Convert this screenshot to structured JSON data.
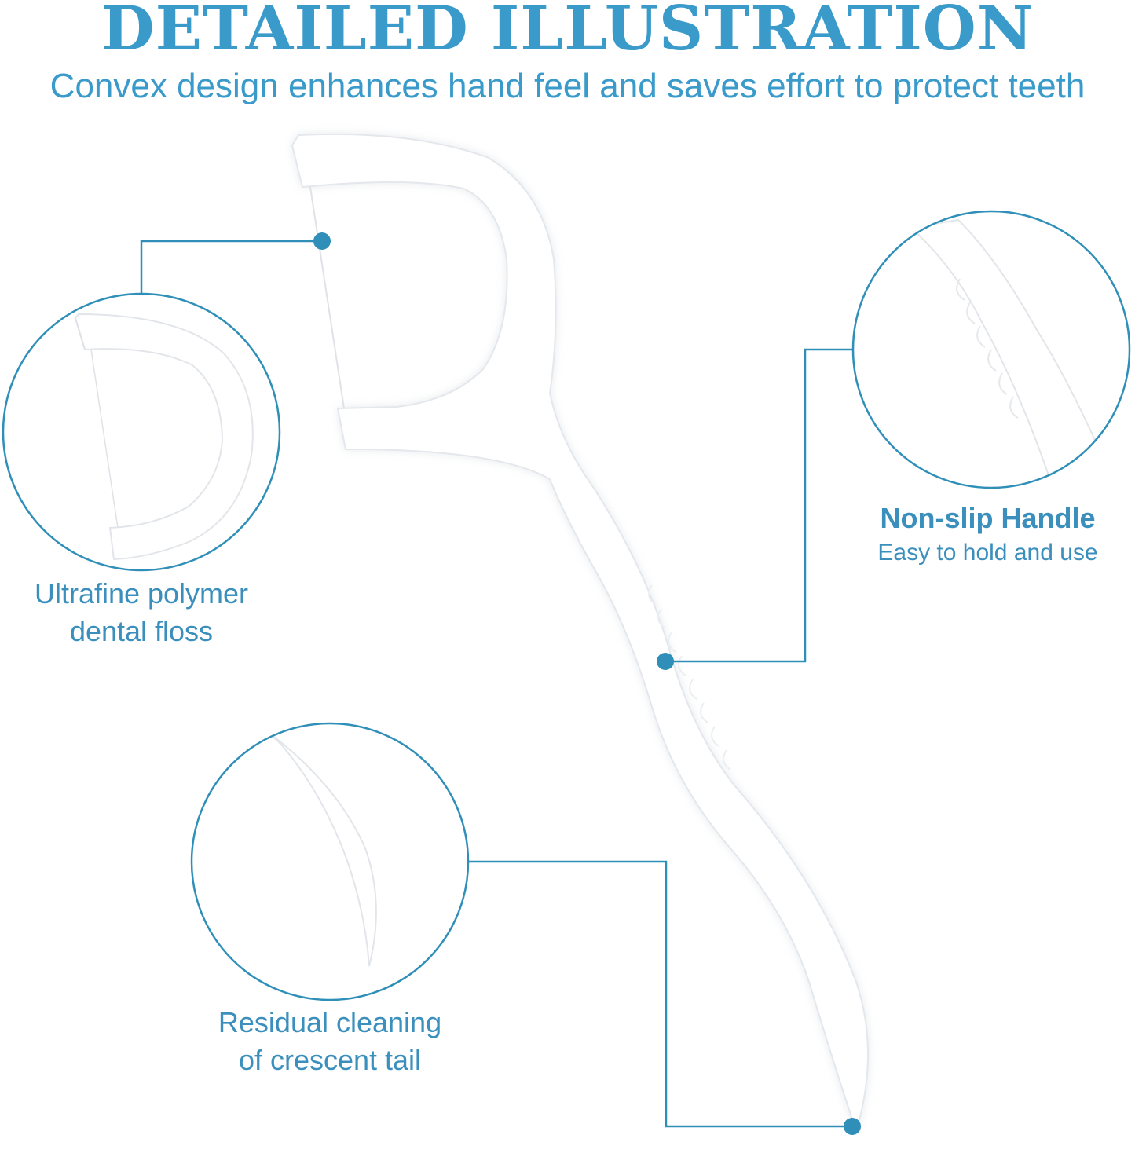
{
  "header": {
    "title": "DETAILED ILLUSTRATION",
    "subtitle": "Convex design enhances hand feel and saves effort to protect teeth"
  },
  "callouts": {
    "floss": {
      "line1": "Ultrafine polymer",
      "line2": "dental floss"
    },
    "handle": {
      "title": "Non-slip Handle",
      "desc": "Easy to hold and use"
    },
    "tail": {
      "line1": "Residual cleaning",
      "line2": "of crescent tail"
    }
  },
  "colors": {
    "accent": "#3a9bcb",
    "line": "#2f8fb8",
    "product": "#ffffff",
    "product_shadow": "#e3e6ea"
  },
  "icons": [
    "floss-pick-illustration",
    "floss-detail-zoom",
    "handle-detail-zoom",
    "tail-detail-zoom"
  ]
}
